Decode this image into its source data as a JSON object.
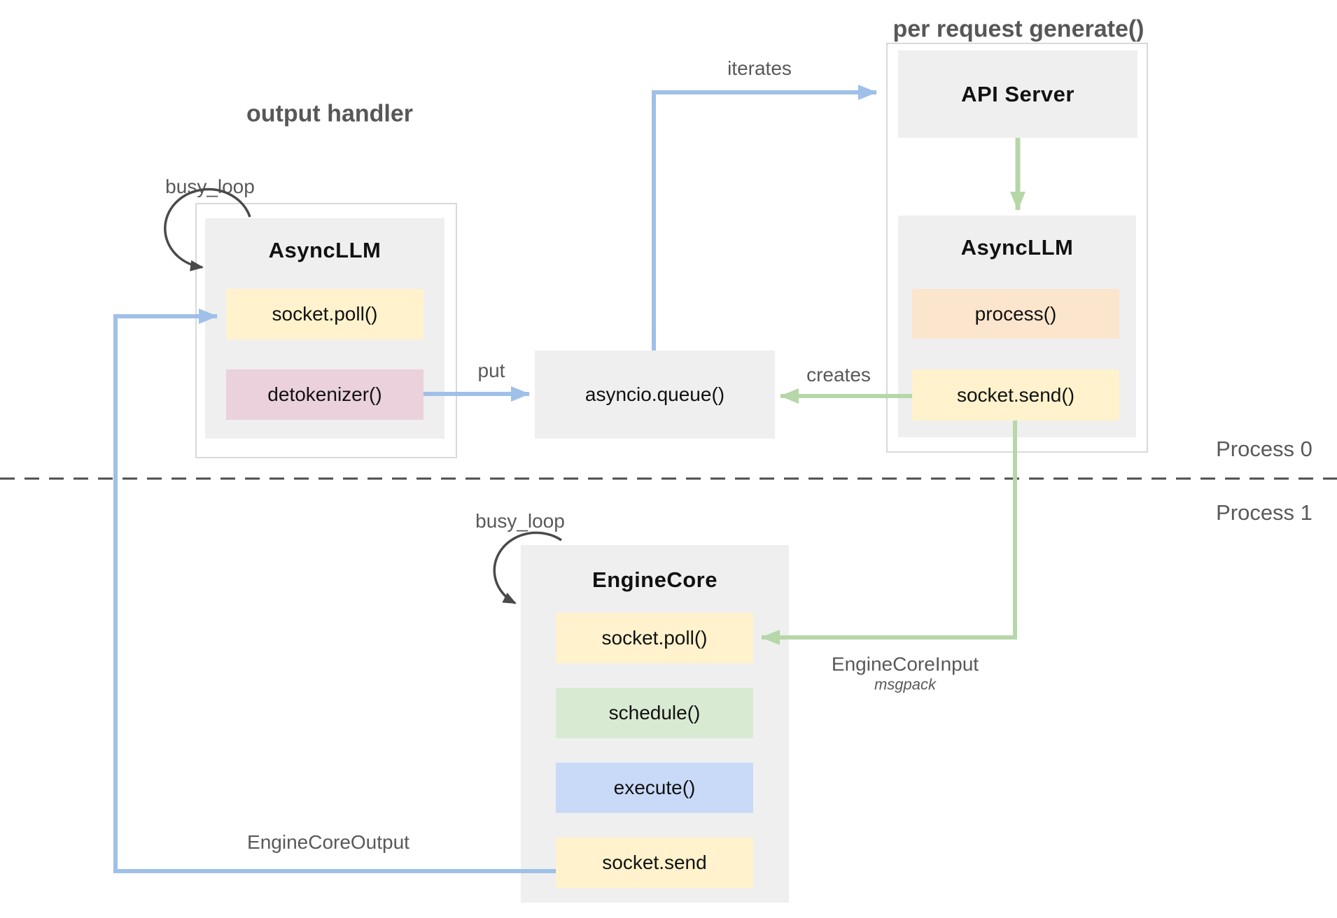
{
  "titles": {
    "output_handler": "output handler",
    "per_request_generate": "per request generate()"
  },
  "labels": {
    "busy_loop_top": "busy_loop",
    "busy_loop_bottom": "busy_loop",
    "iterates": "iterates",
    "put": "put",
    "creates": "creates",
    "engine_core_input": "EngineCoreInput",
    "msgpack": "msgpack",
    "engine_core_output": "EngineCoreOutput",
    "process_0": "Process 0",
    "process_1": "Process 1"
  },
  "nodes": {
    "async_llm_left": {
      "title": "AsyncLLM",
      "methods": [
        "socket.poll()",
        "detokenizer()"
      ]
    },
    "api_server": {
      "title": "API Server"
    },
    "async_llm_right": {
      "title": "AsyncLLM",
      "methods": [
        "process()",
        "socket.send()"
      ]
    },
    "asyncio_queue": {
      "title": "asyncio.queue()"
    },
    "engine_core": {
      "title": "EngineCore",
      "methods": [
        "socket.poll()",
        "schedule()",
        "execute()",
        "socket.send"
      ]
    }
  },
  "colors": {
    "component_gray": "#efefef",
    "container_border": "#d9d9d9",
    "arrow_blue": "#9fc0e8",
    "arrow_green": "#b6d7a8",
    "loop_arrow_dark": "#4a4a4a",
    "chip_yellow": "#fff2cc",
    "chip_pink": "#ead1dc",
    "chip_orange": "#fce5cd",
    "chip_green": "#d9ead3",
    "chip_blue": "#c9daf8",
    "label_gray": "#595959",
    "dashed_divider": "#4d4d4d"
  }
}
